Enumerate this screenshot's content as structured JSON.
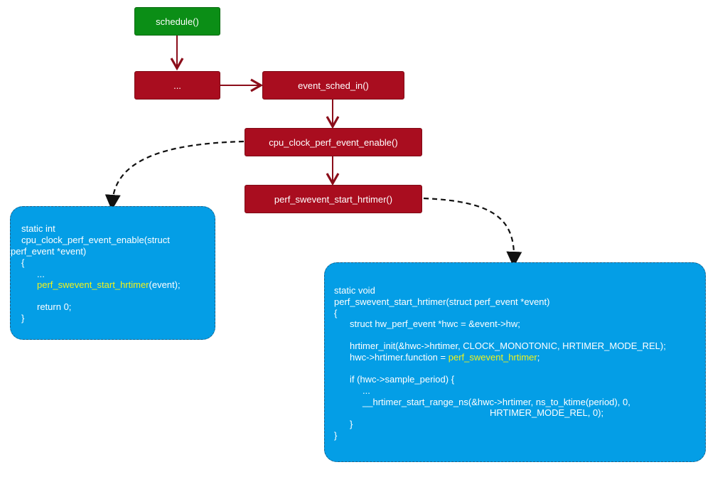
{
  "nodes": {
    "schedule": "schedule()",
    "ellipsis": "...",
    "event_sched_in": "event_sched_in()",
    "cpu_clock_enable": "cpu_clock_perf_event_enable()",
    "perf_swevent_start_hrtimer": "perf_swevent_start_hrtimer()"
  },
  "colors": {
    "start_node": "#0b8e16",
    "call_node": "#a90d1f",
    "code_box": "#049ee6",
    "highlight": "#f2f21a",
    "arrow": "#8b0d1a"
  },
  "code_left": {
    "l1": "static int",
    "l2": "cpu_clock_perf_event_enable(struct",
    "l3": "perf_event *event)",
    "l4": "{",
    "l5": "...",
    "l6_call": "perf_swevent_start_hrtimer",
    "l6_rest": "(event);",
    "l7": "return 0;",
    "l8": "}"
  },
  "code_right": {
    "l1": "static void",
    "l2": "perf_swevent_start_hrtimer(struct perf_event *event)",
    "l3": "{",
    "l4": "struct hw_perf_event *hwc = &event->hw;",
    "l5": "hrtimer_init(&hwc->hrtimer, CLOCK_MONOTONIC, HRTIMER_MODE_REL);",
    "l6_pre": "hwc->hrtimer.function = ",
    "l6_fn": "perf_swevent_hrtimer",
    "l6_post": ";",
    "l7": "if (hwc->sample_period) {",
    "l8": "...",
    "l9": "__hrtimer_start_range_ns(&hwc->hrtimer, ns_to_ktime(period), 0,",
    "l10": "HRTIMER_MODE_REL, 0);",
    "l11": "}",
    "l12": "}"
  }
}
